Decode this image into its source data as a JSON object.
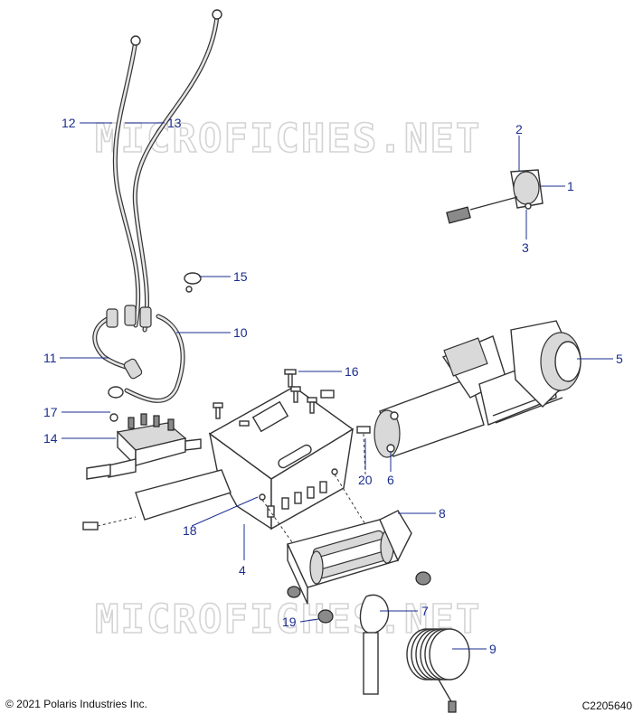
{
  "watermark": "MICROFICHES.NET",
  "footer": {
    "copyright": "© 2021 Polaris Industries Inc.",
    "figure_code": "C2205640"
  },
  "callouts": {
    "c1": "1",
    "c2": "2",
    "c3": "3",
    "c4": "4",
    "c5": "5",
    "c6": "6",
    "c7": "7",
    "c8": "8",
    "c9": "9",
    "c10": "10",
    "c11": "11",
    "c12": "12",
    "c13": "13",
    "c14": "14",
    "c15": "15",
    "c16": "16",
    "c17": "17",
    "c18": "18",
    "c19": "19",
    "c20": "20"
  },
  "colors": {
    "callout": "#1a2d8f",
    "line_art": "#333333",
    "watermark": "#d4d4d4"
  }
}
